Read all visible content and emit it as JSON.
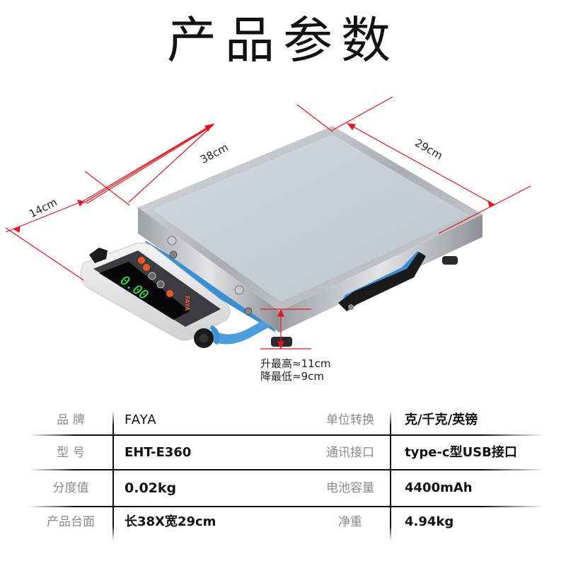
{
  "title": "产品参数",
  "product_image": {
    "description": "Portable electronic platform scale with stainless steel platform, blue frame, black handle and tethered LED indicator",
    "brand_on_indicator": "FAYA",
    "display_reading": "0.00",
    "dimensions": {
      "length": "38cm",
      "width": "29cm",
      "indicator_depth": "14cm"
    },
    "height_notes": [
      "升最高≈11cm",
      "降最低≈9cm"
    ],
    "colors": {
      "dimension_line": "#e8141e",
      "platform_top": "#c8d0d8",
      "frame_blue": "#3a8fd0",
      "display_green": "#2cff4a",
      "button_orange": "#f0552a"
    }
  },
  "specs": {
    "rows": [
      {
        "left_label": "品 牌",
        "left_value": "FAYA",
        "right_label": "单位转换",
        "right_value": "克/千克/英镑"
      },
      {
        "left_label": "型 号",
        "left_value": "EHT-E360",
        "right_label": "通讯接口",
        "right_value": "type-c型USB接口"
      },
      {
        "left_label": "分度值",
        "left_value": "0.02kg",
        "right_label": "电池容量",
        "right_value": "4400mAh"
      },
      {
        "left_label": "产品台面",
        "left_value": "长38X宽29cm",
        "right_label": "净重",
        "right_value": "4.94kg"
      }
    ]
  }
}
